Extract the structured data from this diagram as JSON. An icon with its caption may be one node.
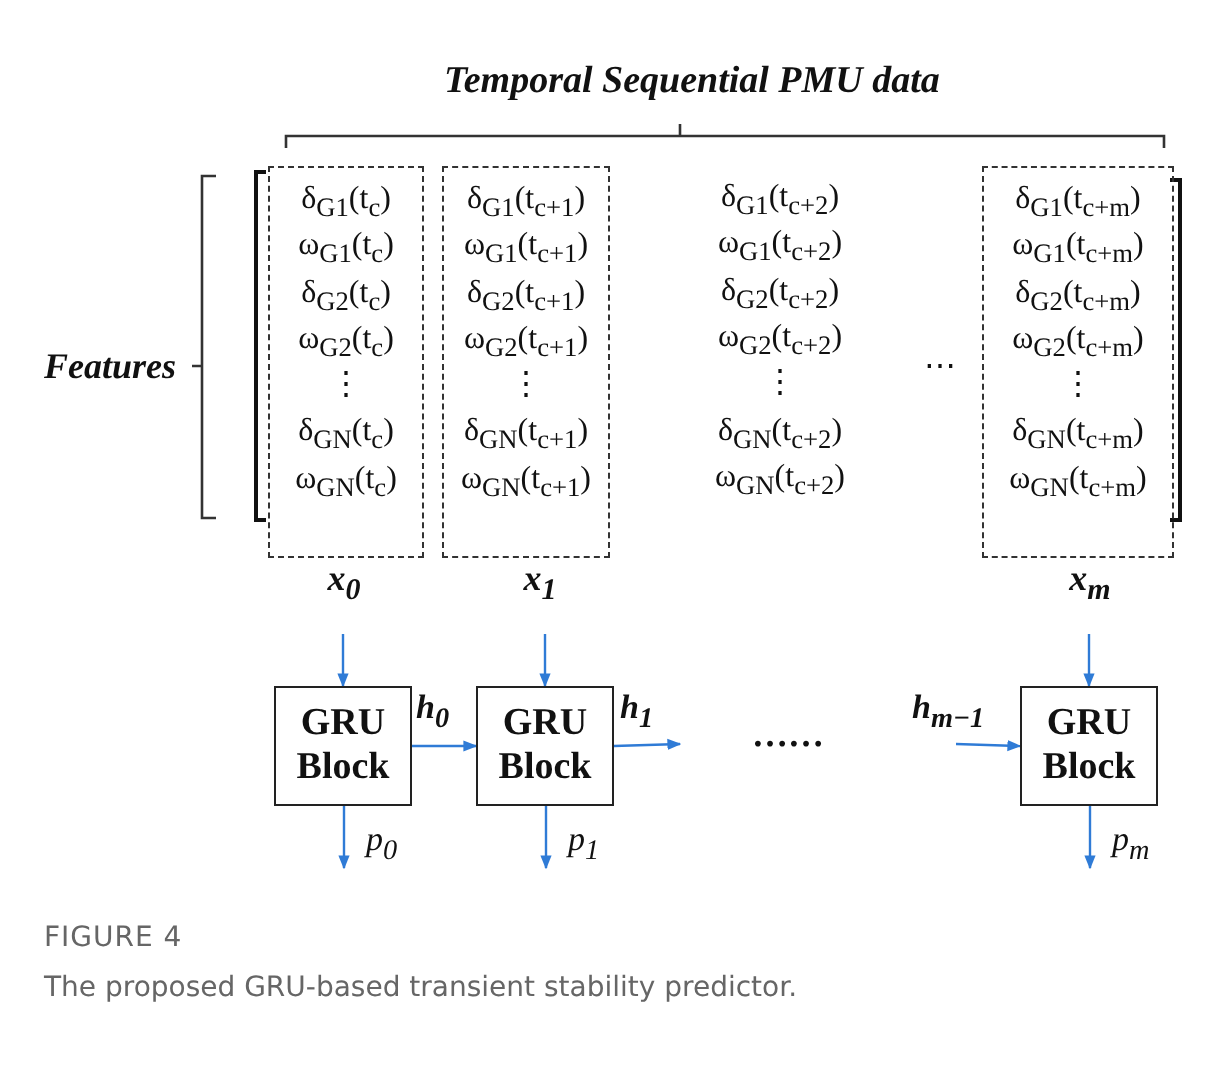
{
  "diagram": {
    "caption": "The proposed GRU-based transient stability predictor.",
    "nodes": [
      {
        "text": [
          "δ$_{G1}$(t$_{c}$)",
          "ω$_{G1}$(t$_{c}$)",
          "δ$_{G2}$(t$_{c}$)",
          "ω$_{G2}$(t$_{c}$)",
          "⋮",
          "δ$_{GN}$(t$_{c}$)",
          "ω$_{GN}$(t$_{c}$)"
        ]
      },
      {
        "text": [
          "δ$_{G1}$(t$_{c+1}$)",
          "ω$_{G1}$(t$_{c+1}$)",
          "δ$_{G2}$(t$_{c+1}$)",
          "ω$_{G2}$(t$_{c+1}$)",
          "⋮",
          "δ$_{GN}$(t$_{c+1}$)",
          "ω$_{GN}$(t$_{c+1}$)"
        ]
      },
      {
        "text": [
          "δ$_{G1}$(t$_{c+m}$)",
          "ω$_{G1}$(t$_{c+m}$)",
          "δ$_{G2}$(t$_{c+m}$)",
          "ω$_{G2}$(t$_{c+m}$)",
          "⋮",
          "δ$_{GN}$(t$_{c+m}$)",
          "ω$_{GN}$(t$_{c+m}$)"
        ]
      },
      {
        "text": [
          "x$_{0}$"
        ]
      },
      {
        "text": [
          "x$_{1}$"
        ]
      },
      {
        "text": [
          "x$_{m}$"
        ]
      },
      {
        "text": [
          "GRU Block"
        ]
      },
      {
        "text": [
          "GRU Block"
        ]
      },
      {
        "text": [
          "GRU Block"
        ]
      }
    ],
    "edges": [
      {
        "from": 3,
        "to": 6,
        "arrow": "to"
      },
      {
        "from": 4,
        "to": 7,
        "arrow": "to"
      },
      {
        "from": 5,
        "to": 8,
        "arrow": "to"
      },
      {
        "from": 6,
        "to": 7,
        "arrow": "to",
        "label": "h$_{0}$"
      },
      {
        "from": 7,
        "to": null,
        "arrow": "to",
        "label": "h$_{1}$"
      },
      {
        "from": null,
        "to": 8,
        "arrow": "to",
        "label": "h$_{m−1}$"
      },
      {
        "from": 6,
        "to": null,
        "arrow": "to",
        "label": "p$_{0}$"
      },
      {
        "from": 7,
        "to": null,
        "arrow": "to",
        "label": "p$_{1}$"
      },
      {
        "from": 8,
        "to": null,
        "arrow": "to",
        "label": "p$_{m}$"
      }
    ],
    "labels": [
      "Temporal Sequential PMU data",
      "Features",
      "δ$_{G1}$(t$_{c+2}$)",
      "ω$_{G1}$(t$_{c+2}$)",
      "δ$_{G2}$(t$_{c+2}$)",
      "ω$_{G2}$(t$_{c+2}$)",
      "⋮",
      "δ$_{GN}$(t$_{c+2}$)",
      "ω$_{GN}$(t$_{c+2}$)",
      "⋯",
      "……",
      "FIGURE 4"
    ]
  }
}
